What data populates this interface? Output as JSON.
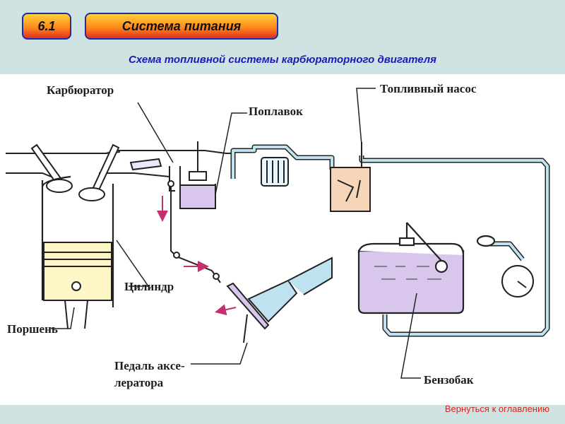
{
  "header": {
    "section_number": "6.1",
    "section_title": "Система питания",
    "subtitle": "Схема топливной системы карбюраторного двигателя"
  },
  "diagram": {
    "labels": {
      "carburetor": "Карбюратор",
      "float": "Поплавок",
      "fuel_pump": "Топливный насос",
      "cylinder": "Цилиндр",
      "piston": "Поршень",
      "pedal_line1": "Педаль акce-",
      "pedal_line2": "лератора",
      "tank": "Бензобак"
    },
    "colors": {
      "fuel": "#d9c6ec",
      "pipe": "#bfe2f0",
      "pump": "#f5d6b8",
      "arrow": "#c2306e"
    }
  },
  "footer": {
    "back_link": "Вернуться к оглавлению"
  }
}
